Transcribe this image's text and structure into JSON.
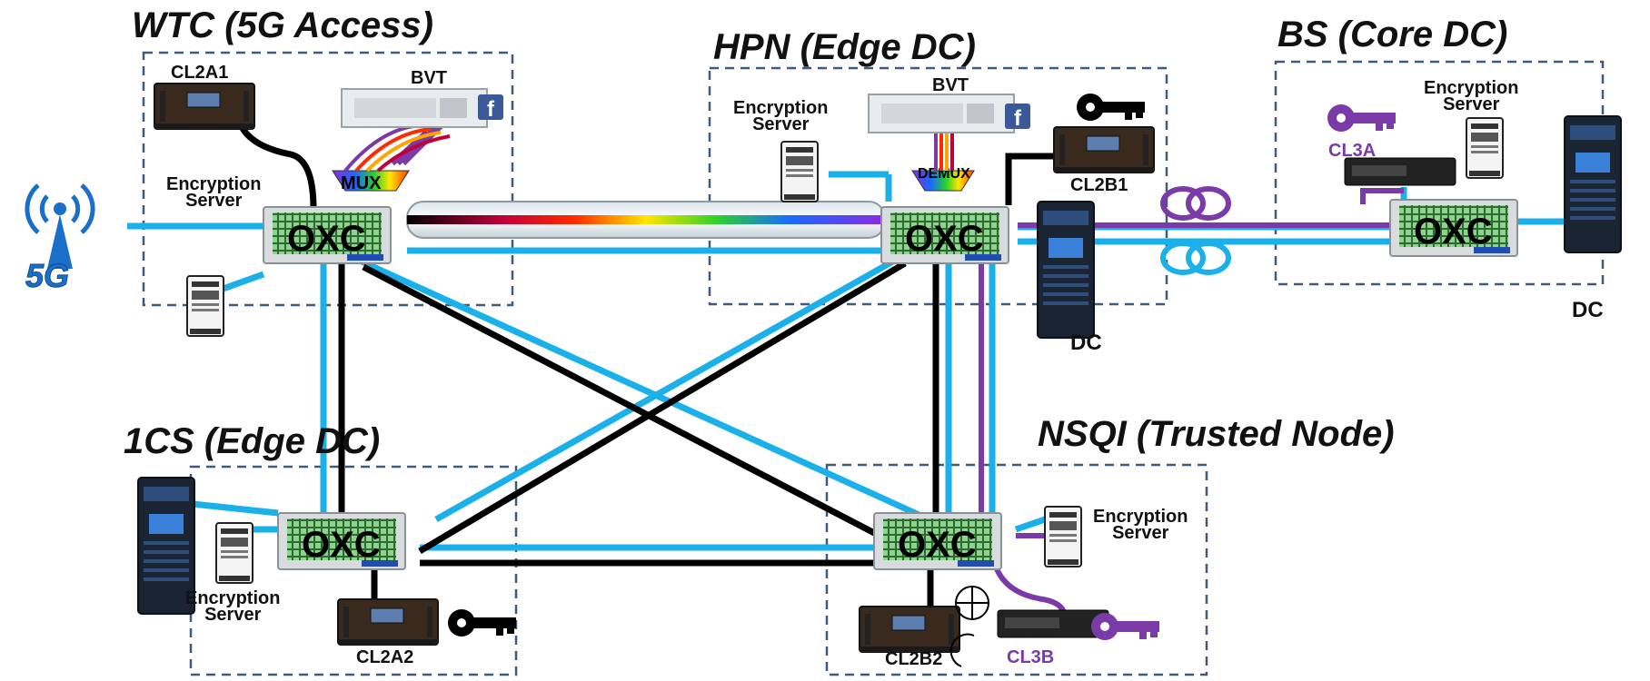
{
  "sites": {
    "wtc": {
      "title": "WTC (5G Access)"
    },
    "hpn": {
      "title": "HPN  (Edge DC)"
    },
    "bs": {
      "title": "BS (Core DC)"
    },
    "ics": {
      "title": "1CS (Edge DC)"
    },
    "nsqi": {
      "title": "NSQI (Trusted Node)"
    }
  },
  "labels": {
    "oxc": "OXC",
    "mux": "MUX",
    "demux": "DEMUX",
    "bvt": "BVT",
    "dc": "DC",
    "encryption_line1": "Encryption",
    "encryption_line2": "Server",
    "fivegee": "5G",
    "cl2a1": "CL2A1",
    "cl2a2": "CL2A2",
    "cl2b1": "CL2B1",
    "cl2b2": "CL2B2",
    "cl3a": "CL3A",
    "cl3b": "CL3B",
    "xor": "⊕",
    "minus": "-"
  },
  "colors": {
    "fiber_blue": "#1ab1ea",
    "fiber_black": "#000000",
    "quantum_purple": "#7a3aa8",
    "box_dash": "#3f5a7a",
    "key_black": "#000000",
    "key_purple": "#7a3aa8",
    "oxc_green": "#2f8a3a"
  },
  "icons": [
    "antenna-5g-icon",
    "server-icon",
    "rack-dc-icon",
    "key-icon",
    "fiber-coil-icon",
    "facebook-icon"
  ]
}
